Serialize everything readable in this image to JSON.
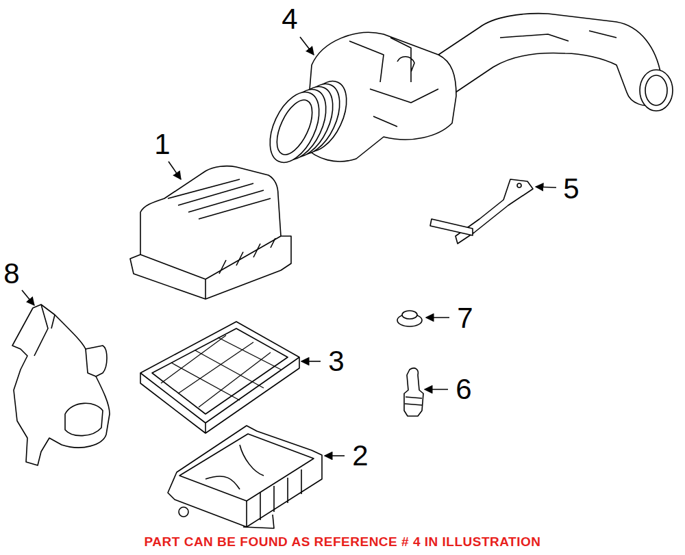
{
  "diagram": {
    "labels": [
      "4",
      "1",
      "5",
      "8",
      "7",
      "3",
      "6",
      "2",
      "PART CAN BE FOUND AS REFERENCE # 4 IN ILLUSTRATION"
    ]
  }
}
